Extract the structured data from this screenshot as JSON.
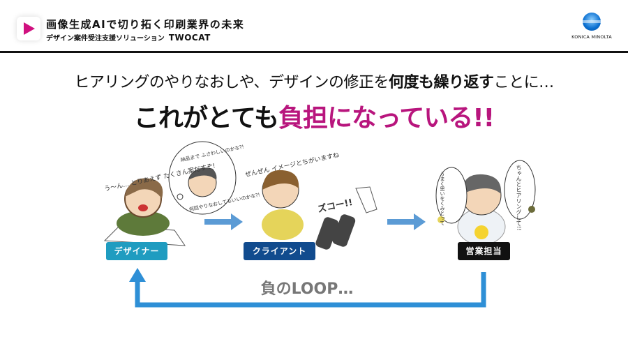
{
  "header": {
    "title": "画像生成AIで切り拓く印刷業界の未来",
    "subtitle": "デザイン案件受注支援ソリューション",
    "product": "TWOCAT",
    "logo_text": "KONICA MINOLTA"
  },
  "headline": {
    "line1_a": "ヒアリングのやりなおしや、デザインの修正を",
    "line1_bold": "何度も繰り返す",
    "line1_b": "ことに…",
    "line2_a": "これがとても",
    "line2_highlight": "負担になっている!!"
  },
  "roles": [
    "デザイナー",
    "クライアント",
    "営業担当"
  ],
  "speech": {
    "designer": "う〜ん… とりあえず たくさん案だすぞ!",
    "thought_top": "納品まで ふさわしいのかな?!",
    "thought_bottom": "何回やりなおしてもいいのかな?!",
    "client": "ぜんぜん イメージとちがいますね",
    "fall": "ズコー!!",
    "sales_left": "うまく思いをくみとって",
    "sales_right": "ちゃんとヒアリングして!!"
  },
  "loop_label": "負のLOOP…",
  "colors": {
    "accent": "#b8157d",
    "designer": "#1f9cc0",
    "client": "#114b8e",
    "sales": "#111111",
    "arrow": "#5b9bd5",
    "loop": "#2e8fd6"
  }
}
